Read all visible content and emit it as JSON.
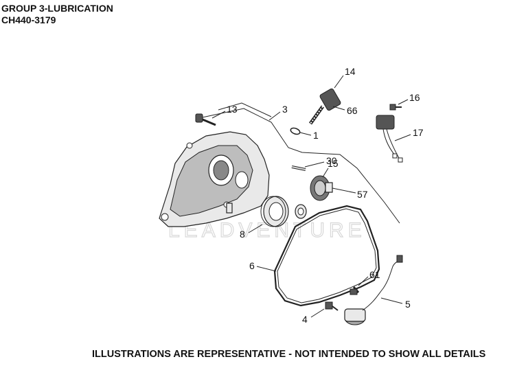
{
  "header": {
    "group": "GROUP 3-LUBRICATION",
    "model": "CH440-3179"
  },
  "footer": "ILLUSTRATIONS ARE REPRESENTATIVE - NOT INTENDED TO SHOW ALL DETAILS",
  "watermark": "LEADVENTURE",
  "callouts": {
    "c1": "1",
    "c3": "3",
    "c4": "4",
    "c5": "5",
    "c6": "6",
    "c8": "8",
    "c13": "13",
    "c14": "14",
    "c15": "15",
    "c16": "16",
    "c17": "17",
    "c30": "30",
    "c57": "57",
    "c61": "61",
    "c66": "66"
  }
}
